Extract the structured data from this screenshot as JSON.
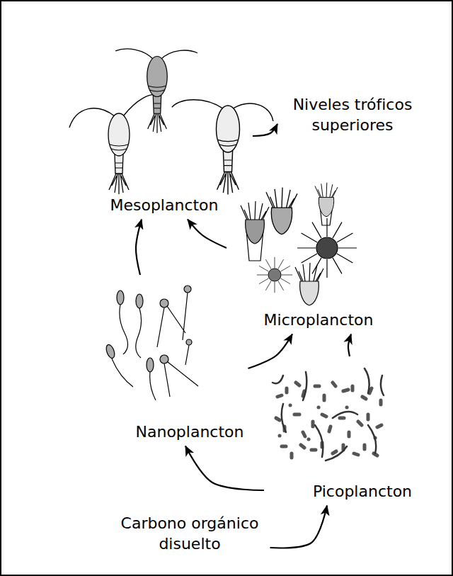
{
  "diagram": {
    "nodes": [
      {
        "text": [
          "Mesoplancton"
        ]
      },
      {
        "text": [
          "Niveles tróficos superiores"
        ]
      },
      {
        "text": [
          "Microplancton"
        ]
      },
      {
        "text": [
          "Nanoplancton"
        ]
      },
      {
        "text": [
          "Picoplancton"
        ]
      },
      {
        "text": [
          "Carbono orgánico disuelto"
        ]
      }
    ],
    "edges": [
      {
        "from": 5,
        "to": 4,
        "arrow": "to"
      },
      {
        "from": 4,
        "to": 3,
        "arrow": "to"
      },
      {
        "from": 4,
        "to": 2,
        "arrow": "to"
      },
      {
        "from": 3,
        "to": 2,
        "arrow": "to"
      },
      {
        "from": 3,
        "to": 0,
        "arrow": "to"
      },
      {
        "from": 2,
        "to": 0,
        "arrow": "to"
      },
      {
        "from": 0,
        "to": 1,
        "arrow": "to"
      }
    ]
  }
}
